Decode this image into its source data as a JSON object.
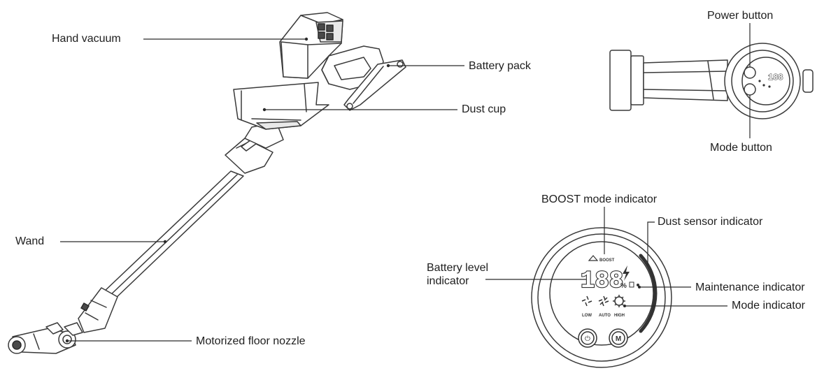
{
  "labels": {
    "hand_vacuum": "Hand vacuum",
    "battery_pack": "Battery pack",
    "dust_cup": "Dust cup",
    "wand": "Wand",
    "floor_nozzle": "Motorized floor nozzle",
    "power_button": "Power button",
    "mode_button": "Mode button",
    "boost_indicator": "BOOST mode indicator",
    "dust_sensor_indicator": "Dust sensor indicator",
    "battery_level_indicator_line1": "Battery level",
    "battery_level_indicator_line2": "indicator",
    "maintenance_indicator": "Maintenance indicator",
    "mode_indicator": "Mode indicator"
  },
  "display": {
    "digits": "188",
    "small_digits": "188",
    "percent": "%",
    "boost_text": "BOOST",
    "mode_low": "LOW",
    "mode_auto": "AUTO",
    "mode_high": "HIGH",
    "button_power_symbol": "⏻",
    "button_mode_symbol": "M"
  },
  "icons": [
    "fan-icon",
    "lightning-icon",
    "maintenance-icon",
    "power-icon",
    "mode-icon",
    "boost-icon"
  ]
}
